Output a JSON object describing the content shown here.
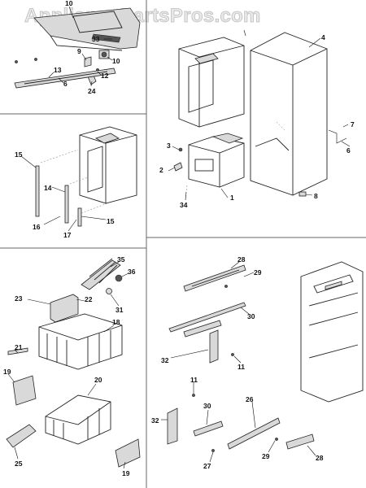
{
  "watermark": "AppliancePartsPros.com",
  "callouts": {
    "c10a": "10",
    "c33": "33",
    "c9": "9",
    "c10b": "10",
    "c12": "12",
    "c13": "13",
    "c6a": "6",
    "c24": "24",
    "c4": "4",
    "c7": "7",
    "c6b": "6",
    "c3": "3",
    "c2": "2",
    "c34": "34",
    "c1": "1",
    "c8": "8",
    "c15a": "15",
    "c14": "14",
    "c16": "16",
    "c17": "17",
    "c15b": "15",
    "c35": "35",
    "c36": "36",
    "c23": "23",
    "c22": "22",
    "c31": "31",
    "c18": "18",
    "c21": "21",
    "c19a": "19",
    "c20": "20",
    "c25": "25",
    "c19b": "19",
    "c28a": "28",
    "c29a": "29",
    "c30a": "30",
    "c32a": "32",
    "c11a": "11",
    "c11b": "11",
    "c32b": "32",
    "c30b": "30",
    "c26": "26",
    "c27": "27",
    "c29b": "29",
    "c28b": "28"
  }
}
